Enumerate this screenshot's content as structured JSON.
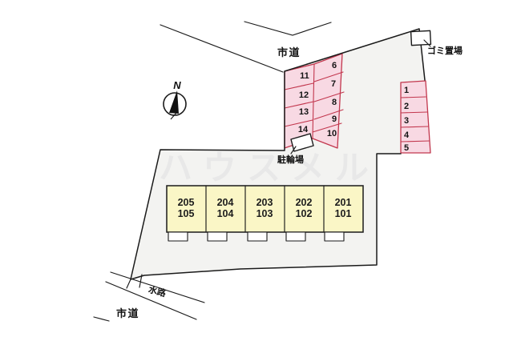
{
  "plan": {
    "north_label": "N",
    "road_top": "市道",
    "road_bottom": "市道",
    "waterway_label": "水路",
    "garbage_label": "ゴミ置場",
    "bicycle_label": "駐輪場",
    "watermark": "ハウスメル"
  },
  "parking": {
    "left_block": {
      "column_inner": [
        "11",
        "12",
        "13",
        "14"
      ],
      "column_outer": [
        "6",
        "7",
        "8",
        "9",
        "10"
      ]
    },
    "right_block": [
      "1",
      "2",
      "3",
      "4",
      "5"
    ]
  },
  "building": {
    "units": [
      {
        "upper": "205",
        "lower": "105"
      },
      {
        "upper": "204",
        "lower": "104"
      },
      {
        "upper": "203",
        "lower": "103"
      },
      {
        "upper": "202",
        "lower": "102"
      },
      {
        "upper": "201",
        "lower": "101"
      }
    ]
  },
  "colors": {
    "parking_fill": "#F8D9E3",
    "parking_border": "#C2374E",
    "building_fill": "#FAF6C6",
    "site_fill": "#F3F3F1",
    "line": "#1A1A1A",
    "watermark": "#E8E8E8"
  }
}
